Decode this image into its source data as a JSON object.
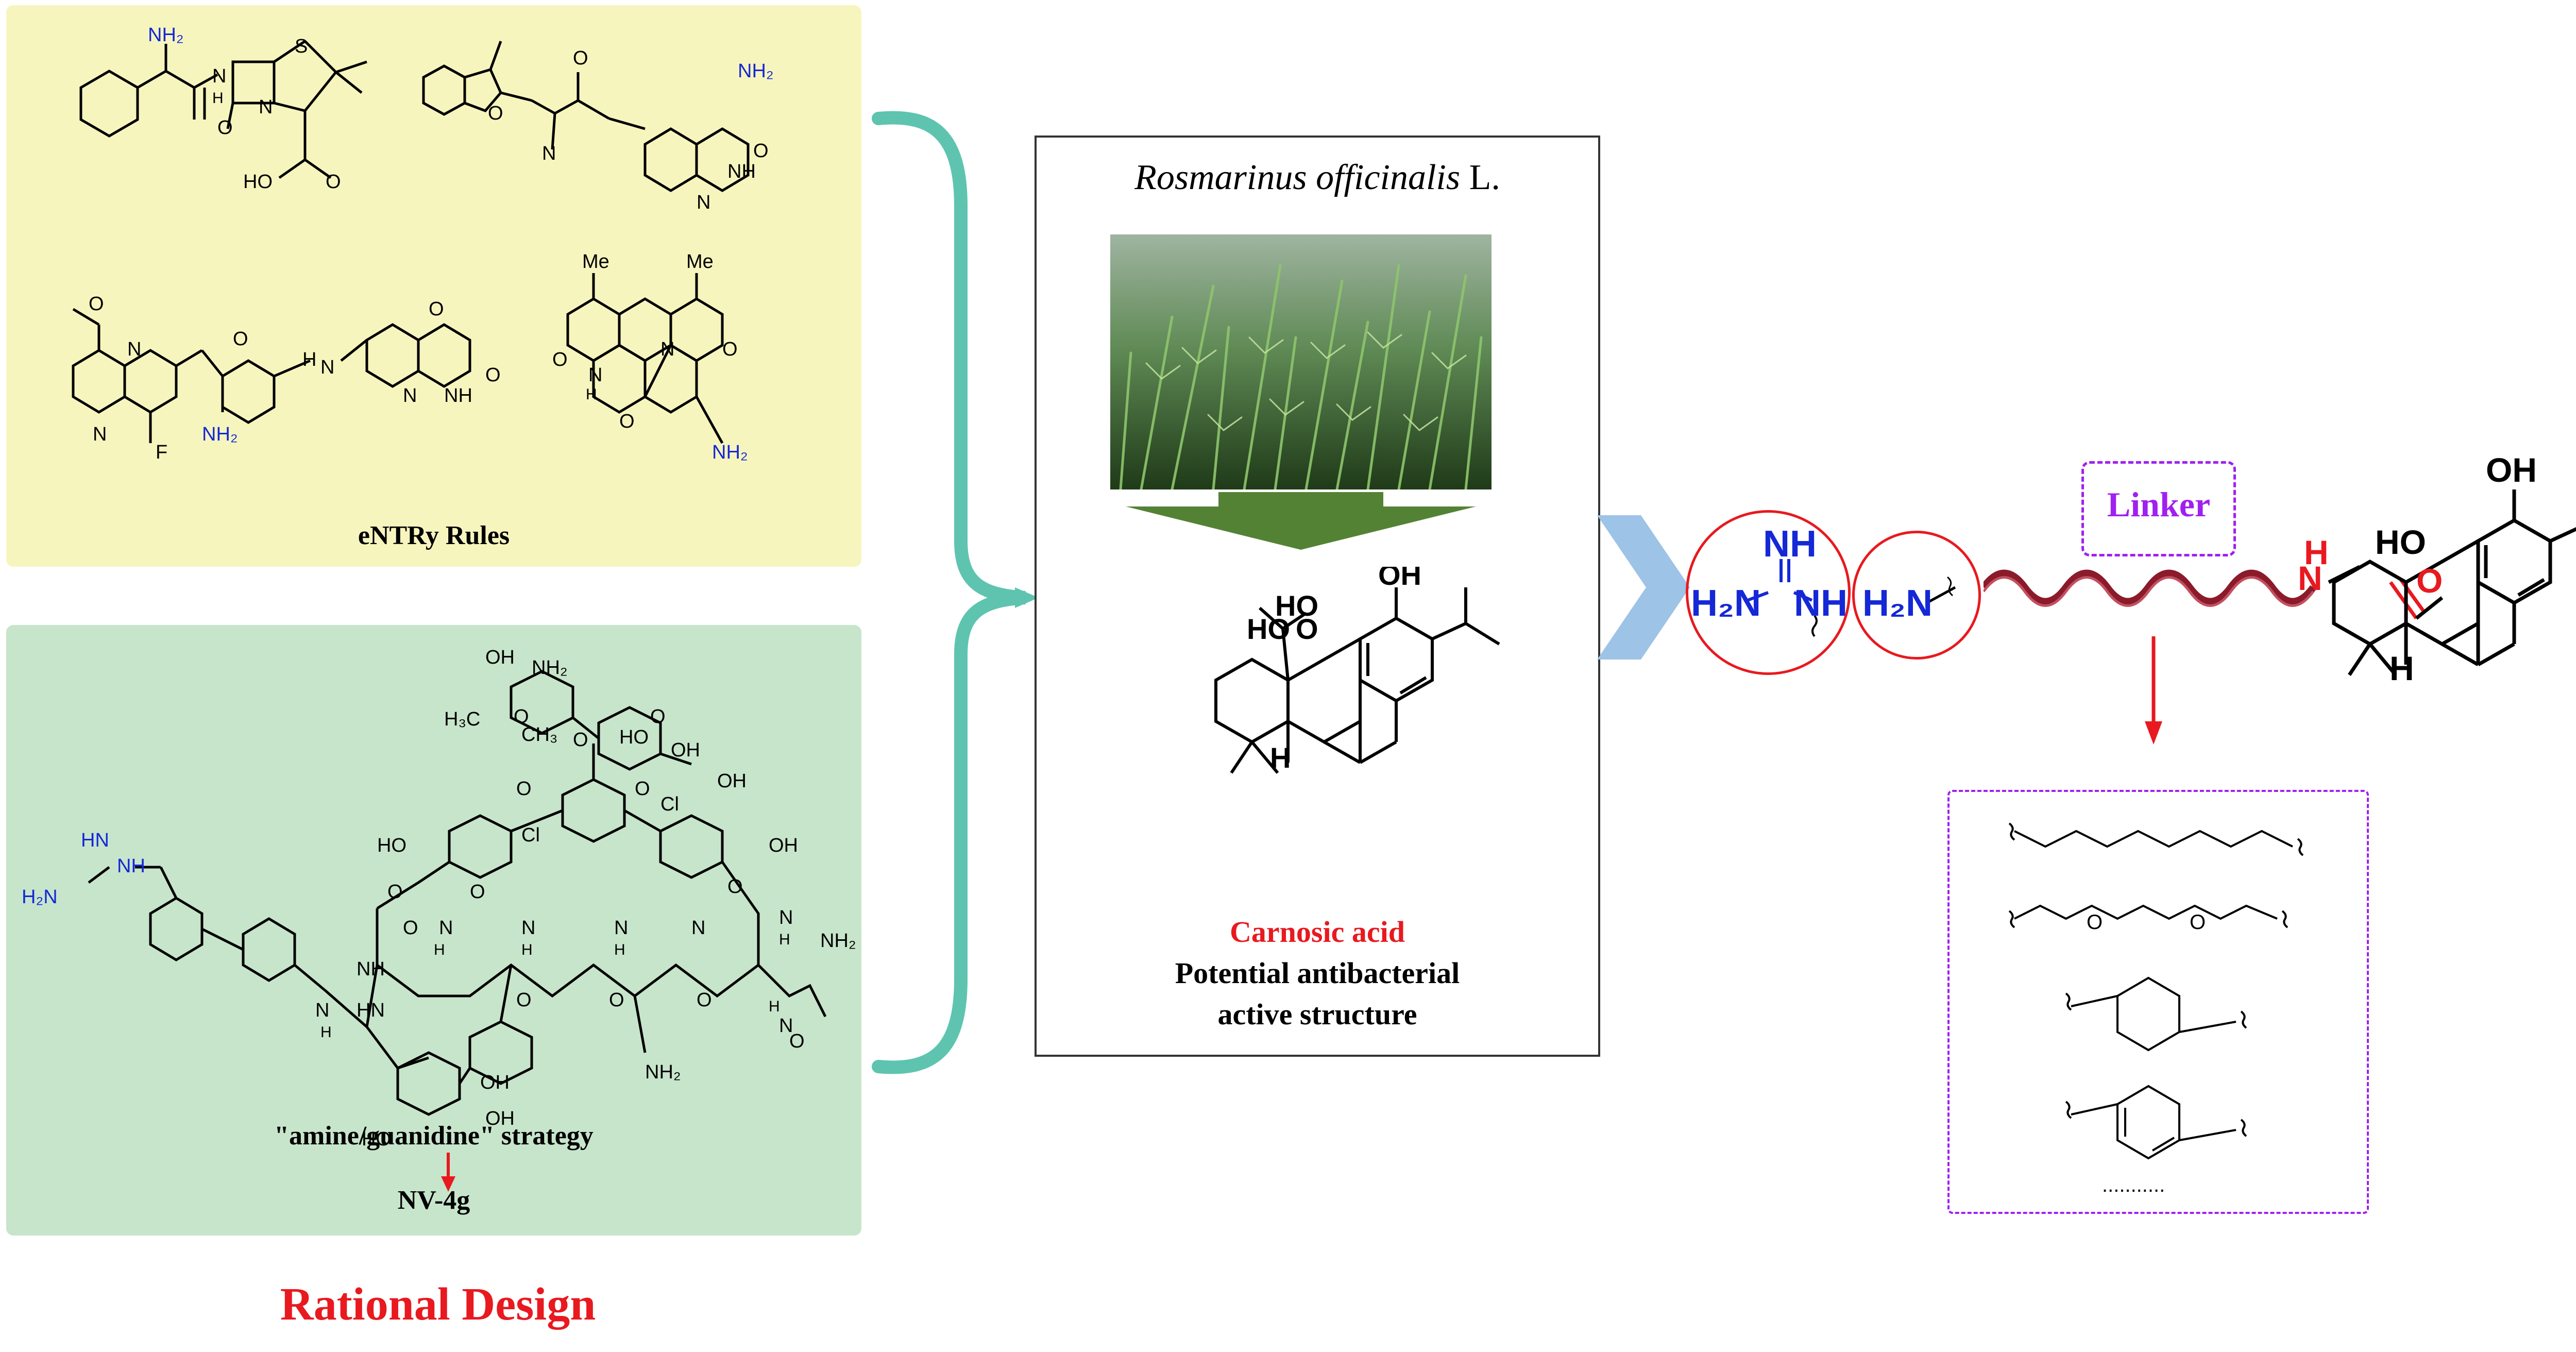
{
  "panels": {
    "entry": {
      "caption": "eNTRy Rules",
      "bg": "#f7f5be",
      "atoms": [
        "NH₂",
        "N",
        "H",
        "O",
        "S",
        "HO",
        "O",
        "N",
        "O",
        "N",
        "NH₂",
        "O",
        "NH",
        "O",
        "N",
        "O",
        "N",
        "F",
        "NH₂",
        "H",
        "O",
        "O",
        "N",
        "N",
        "H",
        "O",
        "Me",
        "Me",
        "N",
        "N",
        "H",
        "O",
        "O",
        "O",
        "NH₂"
      ]
    },
    "amine": {
      "caption": "\"amine/guanidine\" strategy",
      "result": "NV-4g",
      "bg": "#c7e5cb",
      "atoms": [
        "OH",
        "NH₂",
        "H₃C",
        "O",
        "CH₃",
        "O",
        "HO",
        "O",
        "OH",
        "OH",
        "O",
        "Cl",
        "O",
        "Cl",
        "HO",
        "OH",
        "HN",
        "NH",
        "H₂N",
        "N",
        "O",
        "H",
        "N",
        "O",
        "H",
        "N",
        "O",
        "H",
        "N",
        "O",
        "N",
        "O",
        "H",
        "NH₂",
        "H",
        "N",
        "O",
        "NH",
        "O",
        "O",
        "NH₂",
        "HO",
        "OH",
        "OH",
        "HN",
        "N",
        "H"
      ]
    }
  },
  "center": {
    "species": "Rosmarinus officinalis",
    "species_suffix": " L.",
    "compound_name": "Carnosic acid",
    "compound_desc_line1": "Potential antibacterial",
    "compound_desc_line2": "active structure",
    "atoms": [
      "OH",
      "HO",
      "HO",
      "O",
      "H"
    ]
  },
  "right": {
    "guanidine": {
      "top": "NH",
      "left": "H₂N",
      "right": "NH"
    },
    "amine": "H₂N",
    "linker_label": "Linker",
    "product_atoms": [
      "OH",
      "HO",
      "H",
      "N",
      "O",
      "H"
    ],
    "linker_options": [
      "O",
      "O"
    ],
    "more": "..........."
  },
  "footer": {
    "title": "Rational Design"
  },
  "colors": {
    "accent_red": "#e8191f",
    "blue": "#1528d6",
    "teal": "#5ec4b0",
    "arrow_blue": "#9dc3e6",
    "linker_purple": "#a020f0",
    "helix": "#8b1a2b",
    "plant_arrow": "#548235"
  }
}
